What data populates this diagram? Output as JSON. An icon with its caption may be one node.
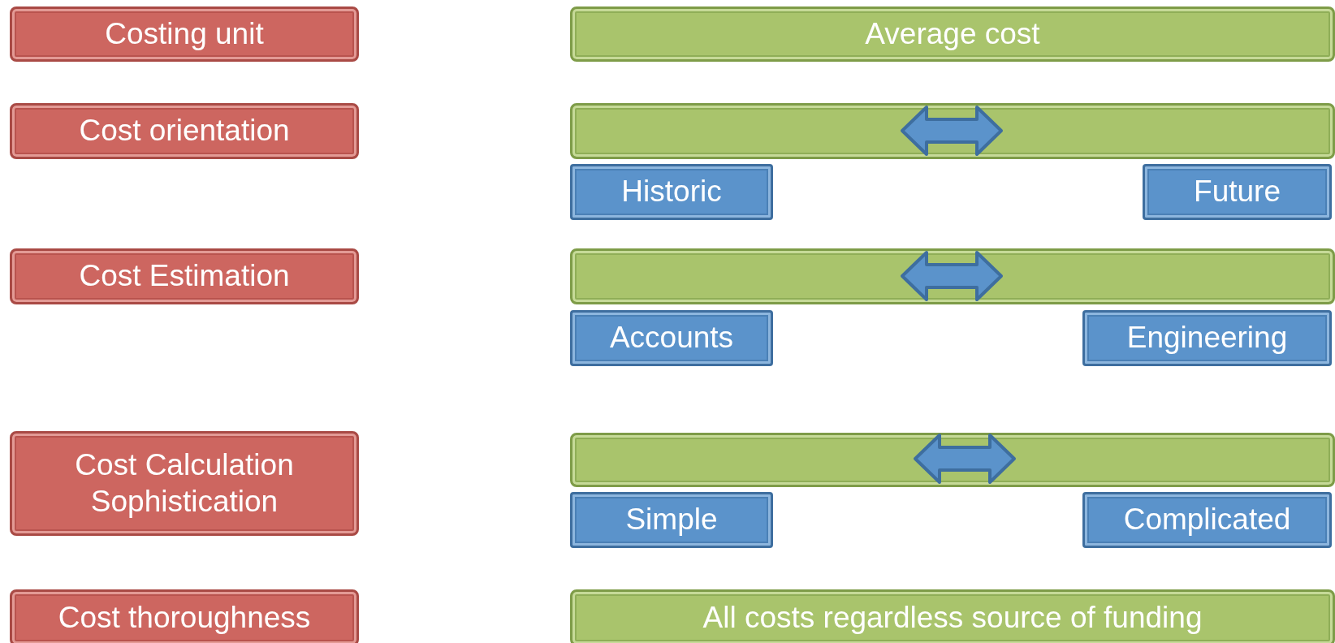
{
  "diagram": {
    "nodes": [
      {
        "text": [
          "Costing unit"
        ]
      },
      {
        "text": [
          "Average cost"
        ]
      },
      {
        "text": [
          "Cost orientation"
        ]
      },
      {
        "text": [],
        "shape": "bar"
      },
      {
        "text": [
          "Historic"
        ]
      },
      {
        "text": [
          "Future"
        ]
      },
      {
        "text": [
          "Cost Estimation"
        ]
      },
      {
        "text": [],
        "shape": "bar"
      },
      {
        "text": [
          "Accounts"
        ]
      },
      {
        "text": [
          "Engineering"
        ]
      },
      {
        "text": [
          "Cost Calculation Sophistication"
        ]
      },
      {
        "text": [],
        "shape": "bar"
      },
      {
        "text": [
          "Simple"
        ]
      },
      {
        "text": [
          "Complicated"
        ]
      },
      {
        "text": [
          "Cost thoroughness"
        ]
      },
      {
        "text": [
          "All costs regardless source of funding"
        ]
      }
    ]
  }
}
